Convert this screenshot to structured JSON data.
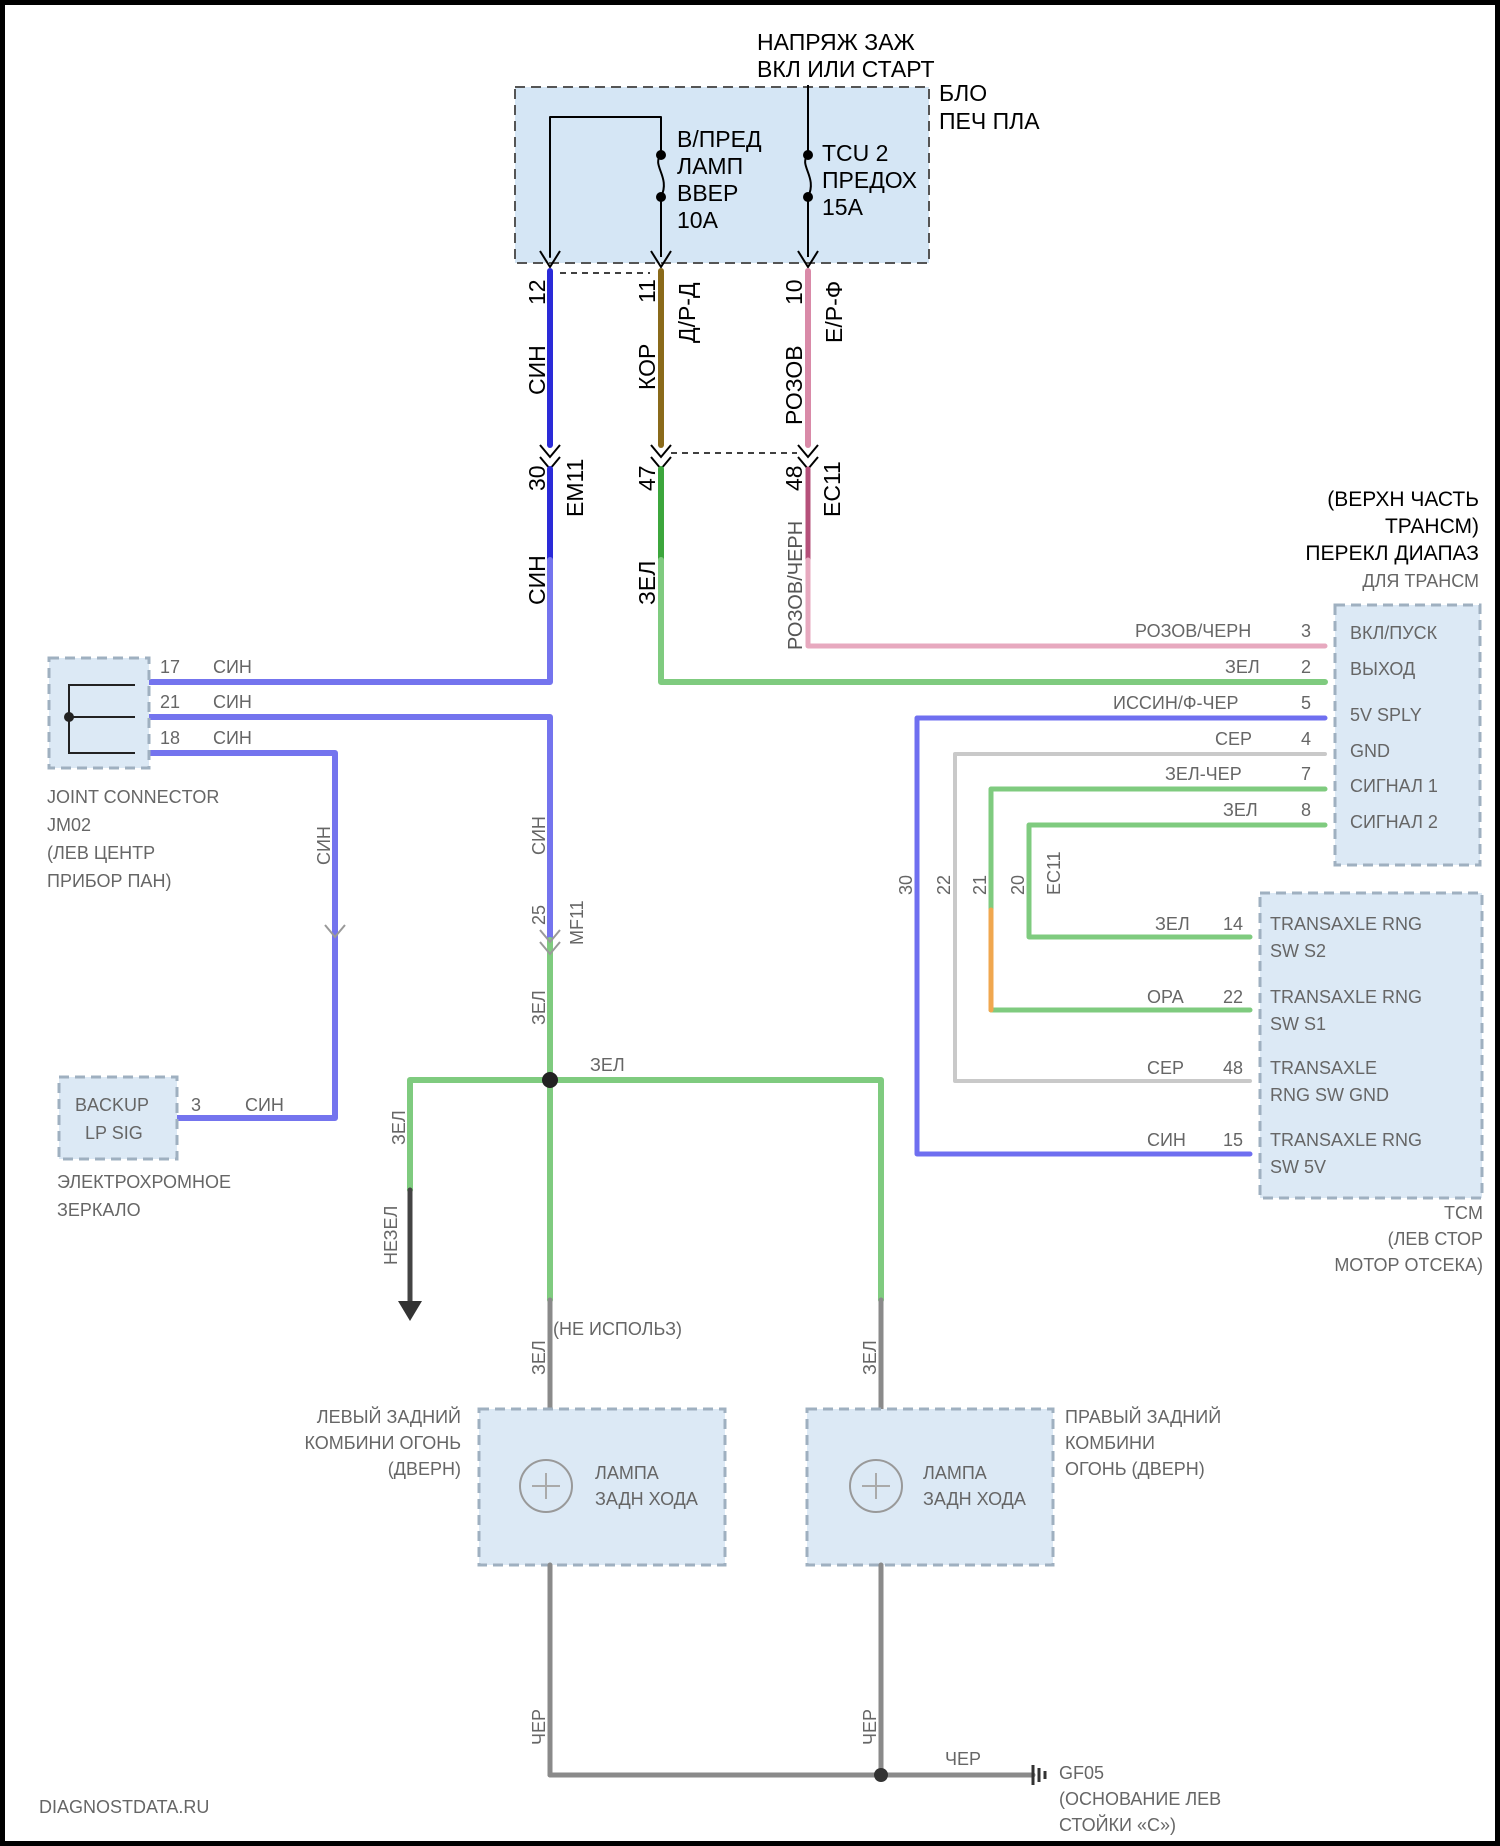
{
  "source": {
    "title_line1": "НАПРЯЖ ЗАЖ",
    "title_line2": "ВКЛ ИЛИ СТАРТ"
  },
  "fuse_box": {
    "label_line1": "БЛО",
    "label_line2": "ПЕЧ ПЛА",
    "fuse1": {
      "line1": "В/ПРЕД",
      "line2": "ЛАМП",
      "line3": "ВВЕР",
      "rating": "10А"
    },
    "fuse2": {
      "line1": "TCU 2",
      "line2": "ПРЕДОХ",
      "rating": "15А"
    }
  },
  "connectors_top": [
    {
      "pin": "12",
      "color_code": "СИН"
    },
    {
      "pin": "11",
      "color_code": "КОР",
      "extra": "Д/Р-Д"
    },
    {
      "pin": "10",
      "color_code": "РОЗОВ",
      "extra": "Е/Р-Ф"
    }
  ],
  "connectors_mid": [
    {
      "pin": "30",
      "connector": "ЕМ11",
      "color_code": "СИН"
    },
    {
      "pin": "47",
      "color_code": "ЗЕЛ"
    },
    {
      "pin": "48",
      "connector": "ЕС11",
      "color_code": "РОЗОВ/ЧЕРН"
    }
  ],
  "switch": {
    "label_line1": "(ВЕРХН ЧАСТЬ",
    "label_line2": "ТРАНСМ)",
    "label_line3": "ПЕРЕКЛ ДИАПАЗ",
    "label_line4": "ДЛЯ ТРАНСМ",
    "pins": [
      {
        "pin": "3",
        "wire": "РОЗОВ/ЧЕРН",
        "name": "ВКЛ/ПУСК"
      },
      {
        "pin": "2",
        "wire": "ЗЕЛ",
        "name": "ВЫХОД"
      },
      {
        "pin": "5",
        "wire": "ИССИН/Ф-ЧЕР",
        "name": "5V SPLY"
      },
      {
        "pin": "4",
        "wire": "СЕР",
        "name": "GND"
      },
      {
        "pin": "7",
        "wire": "ЗЕЛ-ЧЕР",
        "name": "СИГНАЛ 1"
      },
      {
        "pin": "8",
        "wire": "ЗЕЛ",
        "name": "СИГНАЛ 2"
      }
    ]
  },
  "joint": {
    "label_line1": "JOINT CONNECTOR",
    "label_line2": "JM02",
    "label_line3": "(ЛЕВ ЦЕНТР",
    "label_line4": "ПРИБОР ПАН)",
    "pins": [
      {
        "pin": "17",
        "wire": "СИН"
      },
      {
        "pin": "21",
        "wire": "СИН"
      },
      {
        "pin": "18",
        "wire": "СИН"
      }
    ]
  },
  "mirror": {
    "box_line1": "BACKUP",
    "box_line2": "LP SIG",
    "pin": "3",
    "wire": "СИН",
    "label_line1": "ЭЛЕКТРОХРОМНОЕ",
    "label_line2": "ЗЕРКАЛО"
  },
  "tcm": {
    "label_line1": "TCM",
    "label_line2": "(ЛЕВ СТОР",
    "label_line3": "МОТОР ОТСЕКА)",
    "pins": [
      {
        "pin": "14",
        "wire": "ЗЕЛ",
        "line1": "TRANSAXLE RNG",
        "line2": "SW S2"
      },
      {
        "pin": "22",
        "wire": "ОРА",
        "line1": "TRANSAXLE RNG",
        "line2": "SW S1"
      },
      {
        "pin": "48",
        "wire": "СЕР",
        "line1": "TRANSAXLE",
        "line2": "RNG SW GND"
      },
      {
        "pin": "15",
        "wire": "СИН",
        "line1": "TRANSAXLE RNG",
        "line2": "SW 5V"
      }
    ]
  },
  "ec11_pins": [
    "30",
    "22",
    "21",
    "20",
    "ЕС11"
  ],
  "mid_connector": {
    "pin": "25",
    "connector": "МF11",
    "wire_above": "СИН",
    "wire_below": "ЗЕЛ"
  },
  "junction": {
    "wire": "ЗЕЛ"
  },
  "unused": {
    "label": "(НЕ ИСПОЛЬЗ)",
    "wire": "ЗЕЛ",
    "wire_lower": "НЕЗЕЛ"
  },
  "lamp_left": {
    "label_line1": "ЛЕВЫЙ ЗАДНИЙ",
    "label_line2": "КОМБИНИ ОГОНЬ",
    "label_line3": "(ДВЕРН)",
    "lamp_line1": "ЛАМПА",
    "lamp_line2": "ЗАДН ХОДА",
    "wire_top": "ЗЕЛ",
    "wire_bottom": "ЧЕР"
  },
  "lamp_right": {
    "label_line1": "ПРАВЫЙ ЗАДНИЙ",
    "label_line2": "КОМБИНИ",
    "label_line3": "ОГОНЬ (ДВЕРН)",
    "lamp_line1": "ЛАМПА",
    "lamp_line2": "ЗАДН ХОДА",
    "wire_top": "ЗЕЛ",
    "wire_bottom": "ЧЕР"
  },
  "ground": {
    "wire": "ЧЕР",
    "code": "GF05",
    "label_line1": "(ОСНОВАНИЕ ЛЕВ",
    "label_line2": "СТОЙКИ «С»)"
  },
  "footer": {
    "watermark": "DIAGNOSTDATA.RU"
  },
  "colors": {
    "blue": "#2a2ad8",
    "blue_soft": "#6f6ff0",
    "brown": "#8a6a1a",
    "green": "#3ca63c",
    "green_soft": "#7fcb7f",
    "pink": "#d98aa8",
    "pink_soft": "#e7a9bf",
    "orange": "#f0a74f",
    "gray": "#bdbdbd",
    "dark_gray": "#8a8a8a"
  }
}
